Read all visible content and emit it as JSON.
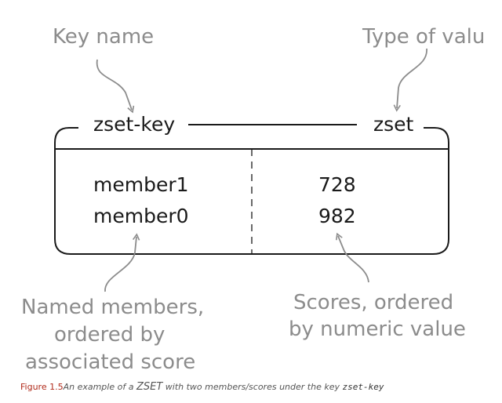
{
  "annotations": {
    "key_name": "Key name",
    "type_of_value": "Type of valu",
    "members_line1": "Named members,",
    "members_line2": "ordered by",
    "members_line3": "associated score",
    "scores_line1": "Scores, ordered",
    "scores_line2": "by numeric value"
  },
  "box": {
    "key": "zset-key",
    "type": "zset"
  },
  "entries": [
    {
      "member": "member1",
      "score": "728"
    },
    {
      "member": "member0",
      "score": "982"
    }
  ],
  "caption": {
    "figure": "Figure 1.5",
    "text": "An example of a ",
    "zset": "ZSET",
    "text2": " with two members/scores under the key ",
    "key": "zset-key"
  }
}
